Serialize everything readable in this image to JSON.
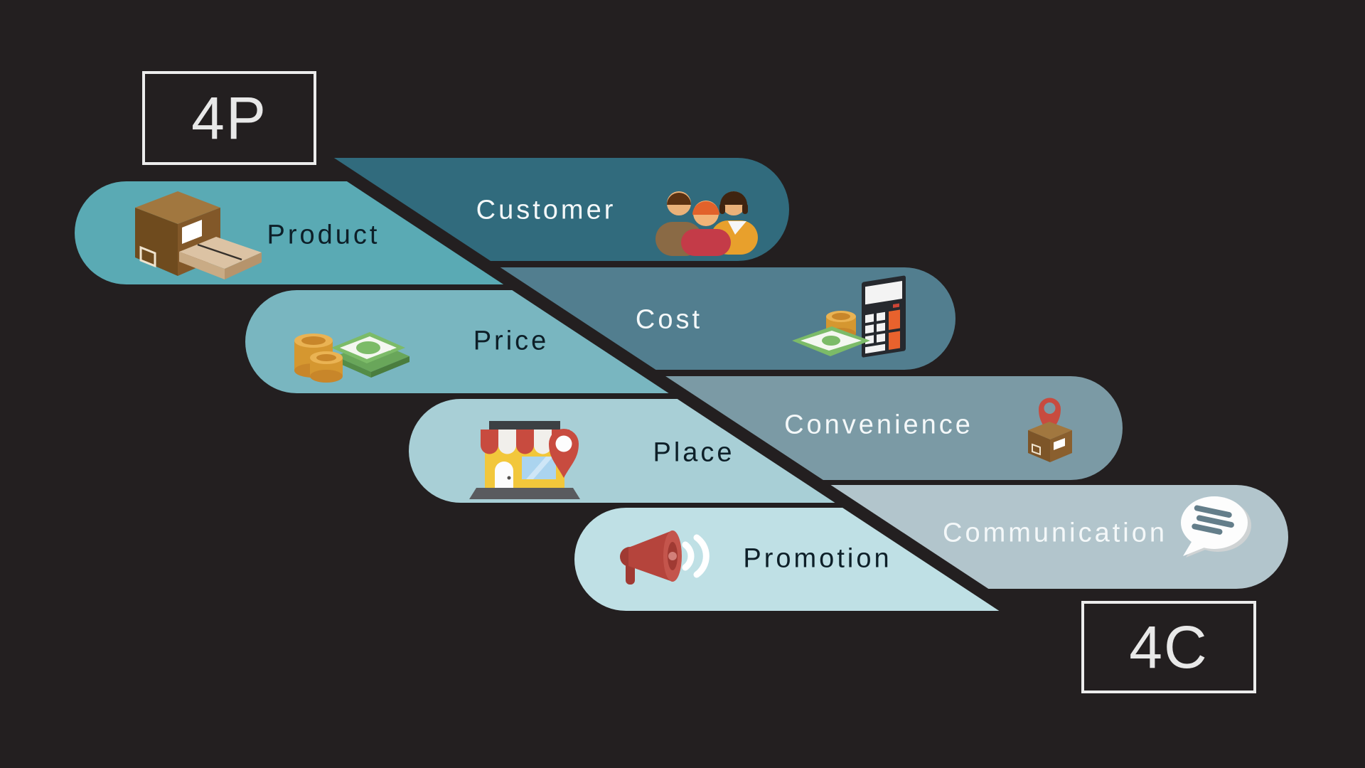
{
  "title_boxes": {
    "left": "4P",
    "right": "4C"
  },
  "colors": {
    "background": "#231f20",
    "box_border": "#ececec",
    "box_text": "#e8e8e8",
    "dark_label": "#0d1f28",
    "light_label": "#f4f8f9"
  },
  "rows": [
    {
      "p": {
        "label": "Product",
        "icon": "product-boxes-icon",
        "bg": "#5aaab4",
        "text": "#0d1f28"
      },
      "c": {
        "label": "Customer",
        "icon": "customer-group-icon",
        "bg": "#316b7d",
        "text": "#f4f8f9"
      }
    },
    {
      "p": {
        "label": "Price",
        "icon": "coins-banknotes-icon",
        "bg": "#79b6c0",
        "text": "#0d1f28"
      },
      "c": {
        "label": "Cost",
        "icon": "calculator-money-icon",
        "bg": "#527e8f",
        "text": "#f4f8f9"
      }
    },
    {
      "p": {
        "label": "Place",
        "icon": "storefront-pin-icon",
        "bg": "#a8cfd6",
        "text": "#0d1f28"
      },
      "c": {
        "label": "Convenience",
        "icon": "pin-on-box-icon",
        "bg": "#7b9aa5",
        "text": "#f4f8f9"
      }
    },
    {
      "p": {
        "label": "Promotion",
        "icon": "megaphone-icon",
        "bg": "#bfe0e5",
        "text": "#0d1f28"
      },
      "c": {
        "label": "Communication",
        "icon": "speech-bubble-icon",
        "bg": "#b2c5cc",
        "text": "#f4f8f9"
      }
    }
  ]
}
